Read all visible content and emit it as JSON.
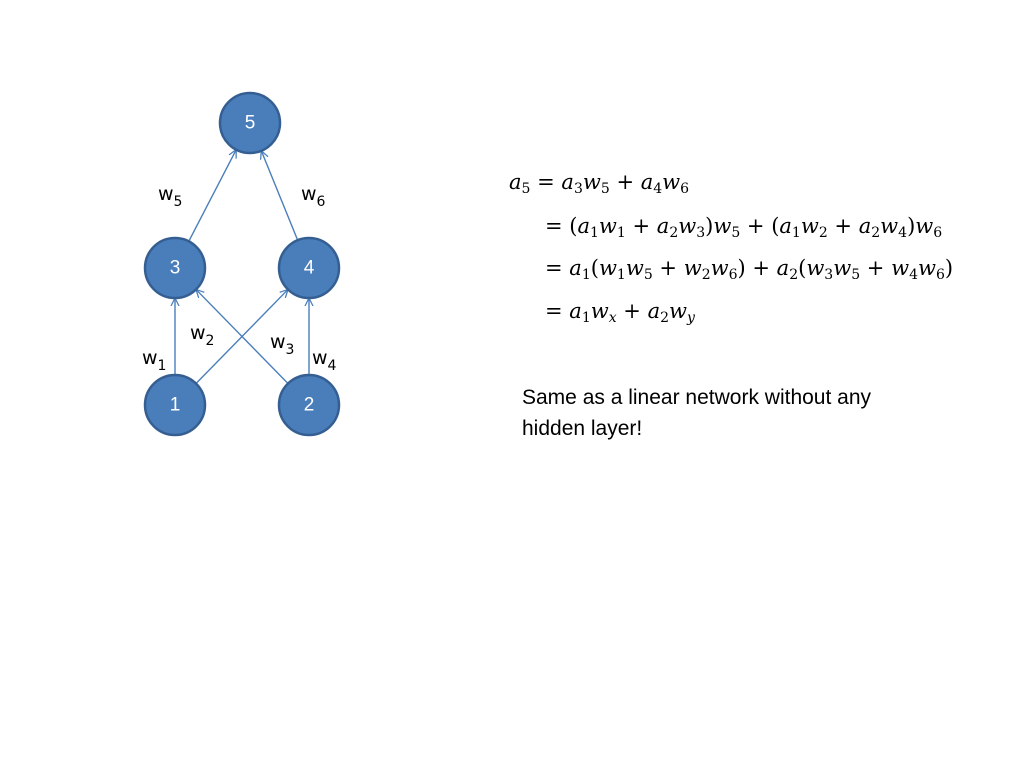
{
  "nodes": [
    {
      "id": "1",
      "label": "1"
    },
    {
      "id": "2",
      "label": "2"
    },
    {
      "id": "3",
      "label": "3"
    },
    {
      "id": "4",
      "label": "4"
    },
    {
      "id": "5",
      "label": "5"
    }
  ],
  "edges": [
    {
      "from": "1",
      "to": "3",
      "label": "w",
      "sub": "1"
    },
    {
      "from": "1",
      "to": "4",
      "label": "w",
      "sub": "2"
    },
    {
      "from": "2",
      "to": "3",
      "label": "w",
      "sub": "3"
    },
    {
      "from": "2",
      "to": "4",
      "label": "w",
      "sub": "4"
    },
    {
      "from": "3",
      "to": "5",
      "label": "w",
      "sub": "5"
    },
    {
      "from": "4",
      "to": "5",
      "label": "w",
      "sub": "6"
    }
  ],
  "colors": {
    "node_fill": "#4a7ebb",
    "node_border": "#355f92",
    "edge": "#4a7ebb"
  },
  "equations": [
    "a5 = a3w5 + a4w6",
    "= (a1w1 + a2w3)w5 + (a1w2 + a2w4)w6",
    "= a1(w1w5 + w2w6) + a2(w3w5 + w4w6)",
    "= a1wx + a2wy"
  ],
  "note": "Same as a linear network without any hidden layer!"
}
